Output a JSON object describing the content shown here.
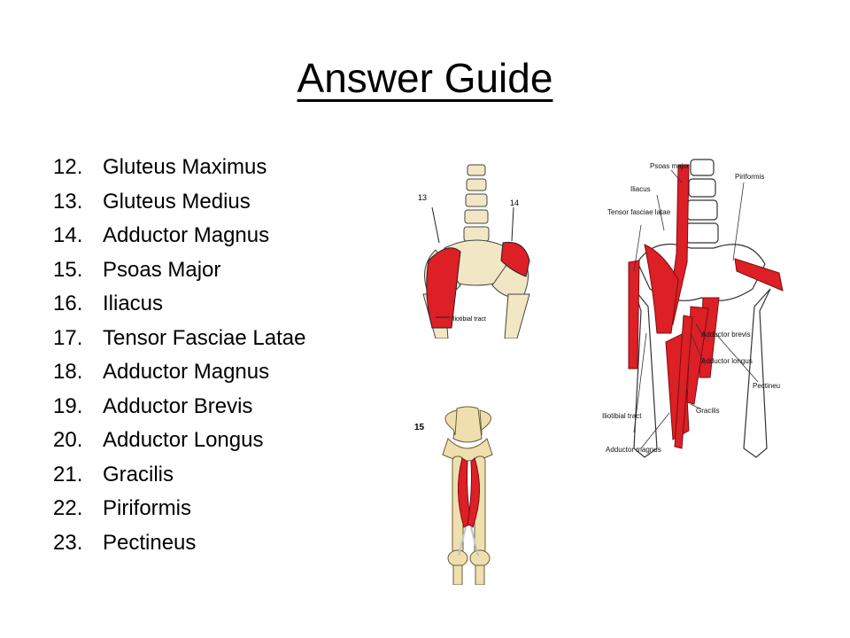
{
  "slide": {
    "title": "Answer Guide",
    "items": [
      {
        "number": "12.",
        "name": "Gluteus Maximus"
      },
      {
        "number": "13.",
        "name": "Gluteus Medius"
      },
      {
        "number": "14.",
        "name": "Adductor Magnus"
      },
      {
        "number": "15.",
        "name": "Psoas Major"
      },
      {
        "number": "16.",
        "name": "Iliacus"
      },
      {
        "number": "17.",
        "name": "Tensor Fasciae Latae"
      },
      {
        "number": "18.",
        "name": "Adductor Magnus"
      },
      {
        "number": "19.",
        "name": "Adductor Brevis"
      },
      {
        "number": "20.",
        "name": "Adductor Longus"
      },
      {
        "number": "21.",
        "name": "Gracilis"
      },
      {
        "number": "22.",
        "name": "Piriformis"
      },
      {
        "number": "23.",
        "name": "Pectineus"
      }
    ]
  },
  "figures": {
    "hips": {
      "label_left": "13",
      "label_right": "14",
      "label_tract": "Iliotibial tract"
    },
    "thighs": {
      "label": "15"
    },
    "anterior": {
      "labels": {
        "psoas": "Psoas major",
        "iliacus": "Iliacus",
        "tensor": "Tensor fasciae latae",
        "piriformis": "Piriformis",
        "adductor_brevis": "Adductor brevis",
        "adductor_longus": "Adductor longus",
        "pectineus": "Pectineu",
        "gracilis": "Gracilis",
        "iliotibial": "Iliotibial tract",
        "adductor_magnus": "Adductor magnus"
      }
    }
  },
  "colors": {
    "muscle": "#dd1f26",
    "bone": "#f2e7c4",
    "outline": "#333333"
  }
}
